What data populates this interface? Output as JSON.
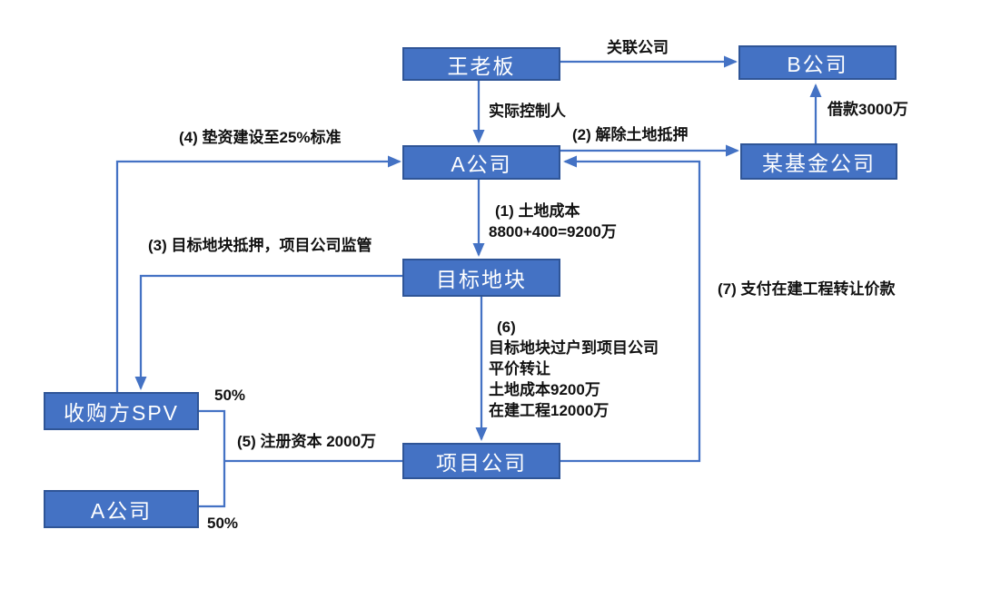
{
  "diagram": {
    "title": "land-acquisition-structure-flowchart",
    "colors": {
      "node_fill": "#4472C4",
      "node_border": "#2F5597",
      "arrow": "#4472C4",
      "label_text": "#111111",
      "background": "#FFFFFF",
      "node_text": "#FFFFFF"
    },
    "nodes": {
      "wang_boss": "王老板",
      "company_b": "B公司",
      "company_a": "A公司",
      "fund_company": "某基金公司",
      "target_land": "目标地块",
      "acquirer_spv": "收购方SPV",
      "company_a_shareholder": "A公司",
      "project_company": "项目公司"
    },
    "edge_labels": {
      "affiliated_company": "关联公司",
      "actual_controller": "实际控制人",
      "loan": "借款3000万",
      "step1": [
        "(1) 土地成本",
        "8800+400=9200万"
      ],
      "step2": "(2) 解除土地抵押",
      "step3": "(3) 目标地块抵押，项目公司监管",
      "step4": "(4) 垫资建设至25%标准",
      "step5": "(5) 注册资本 2000万",
      "step6": [
        "(6)",
        "目标地块过户到项目公司",
        "平价转让",
        "土地成本9200万",
        "在建工程12000万"
      ],
      "step7": "(7) 支付在建工程转让价款",
      "spv_share": "50%",
      "company_a_share": "50%"
    }
  }
}
